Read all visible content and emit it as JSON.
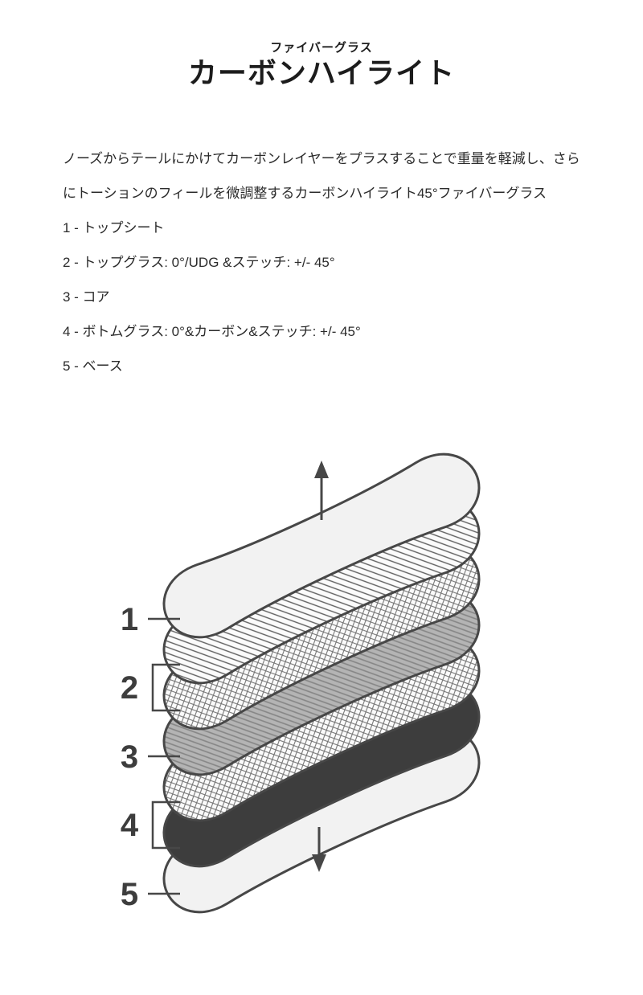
{
  "header": {
    "subtitle": "ファイバーグラス",
    "title": "カーボンハイライト"
  },
  "description": {
    "text": "ノーズからテールにかけてカーボンレイヤーをプラスすることで重量を軽減し、さらにトーションのフィールを微調整するカーボンハイライト45°ファイバーグラス"
  },
  "list": {
    "items": [
      {
        "text": "1 - トップシート"
      },
      {
        "text": "2 - トップグラス: 0°/UDG &ステッチ: +/- 45°"
      },
      {
        "text": "3 - コア"
      },
      {
        "text": "4 - ボトムグラス: 0°&カーボン&ステッチ: +/- 45°"
      },
      {
        "text": "5 - ベース"
      }
    ]
  },
  "diagram": {
    "labels": [
      "1",
      "2",
      "3",
      "4",
      "5"
    ],
    "layers": [
      {
        "number": "1",
        "name": "topsheet",
        "style": "plain"
      },
      {
        "number": "2",
        "name": "topglass-udg",
        "style": "diagonal-stripes"
      },
      {
        "number": "2",
        "name": "topglass-stitch",
        "style": "crosshatch"
      },
      {
        "number": "3",
        "name": "core",
        "style": "gray-hatch"
      },
      {
        "number": "4",
        "name": "bottomglass-stitch",
        "style": "crosshatch"
      },
      {
        "number": "4",
        "name": "carbon",
        "style": "solid-dark"
      },
      {
        "number": "5",
        "name": "base",
        "style": "plain"
      }
    ],
    "colors": {
      "outline": "#474747",
      "plain_fill": "#f2f2f2",
      "carbon_fill": "#3d3d3d",
      "core_bg": "#b4b4b4",
      "number_color": "#3d3d3d"
    }
  }
}
